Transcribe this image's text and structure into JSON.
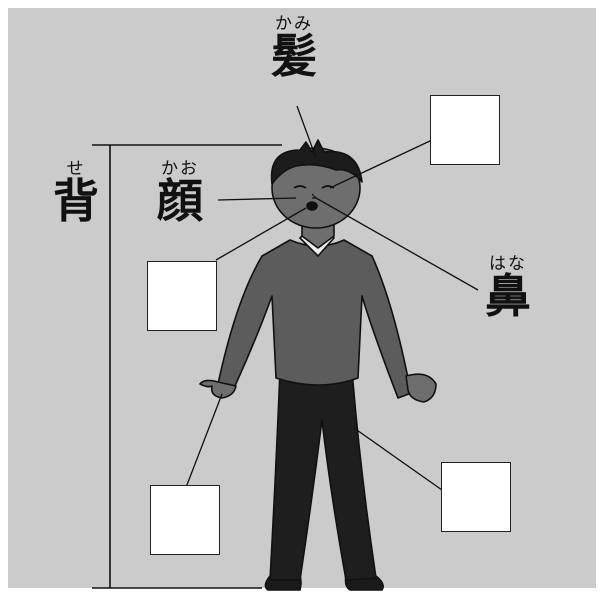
{
  "labels": {
    "kami": {
      "kanji": "髪",
      "furigana": "かみ"
    },
    "se": {
      "kanji": "背",
      "furigana": "せ"
    },
    "kao": {
      "kanji": "顔",
      "furigana": "かお"
    },
    "hana": {
      "kanji": "鼻",
      "furigana": "はな"
    }
  },
  "answer_boxes": [
    {
      "id": "box-eye"
    },
    {
      "id": "box-mouth"
    },
    {
      "id": "box-hand"
    },
    {
      "id": "box-leg"
    }
  ],
  "colors": {
    "background": "#cbcbcb",
    "skin": "#6e6e6e",
    "hair": "#1c1c1c",
    "sweater": "#5c5c5c",
    "trousers": "#1e1e1e",
    "collar": "#ededed",
    "line": "#111111"
  }
}
